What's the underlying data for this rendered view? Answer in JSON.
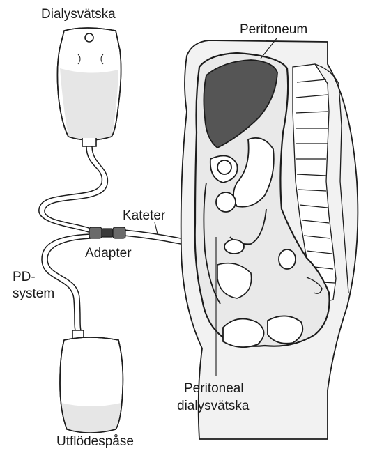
{
  "labels": {
    "dialysate_bag": "Dialysvätska",
    "peritoneum": "Peritoneum",
    "catheter": "Kateter",
    "adapter": "Adapter",
    "pd_system_line1": "PD-",
    "pd_system_line2": "system",
    "peritoneal_fluid_line1": "Peritoneal",
    "peritoneal_fluid_line2": "dialysvätska",
    "drain_bag": "Utflödespåse"
  },
  "colors": {
    "outline": "#1c1c1c",
    "organ_fill": "#555555",
    "bag_fluid": "#e6e6e6",
    "tissue_fill": "#f2f2f2",
    "connector": "#3a3a3a"
  }
}
